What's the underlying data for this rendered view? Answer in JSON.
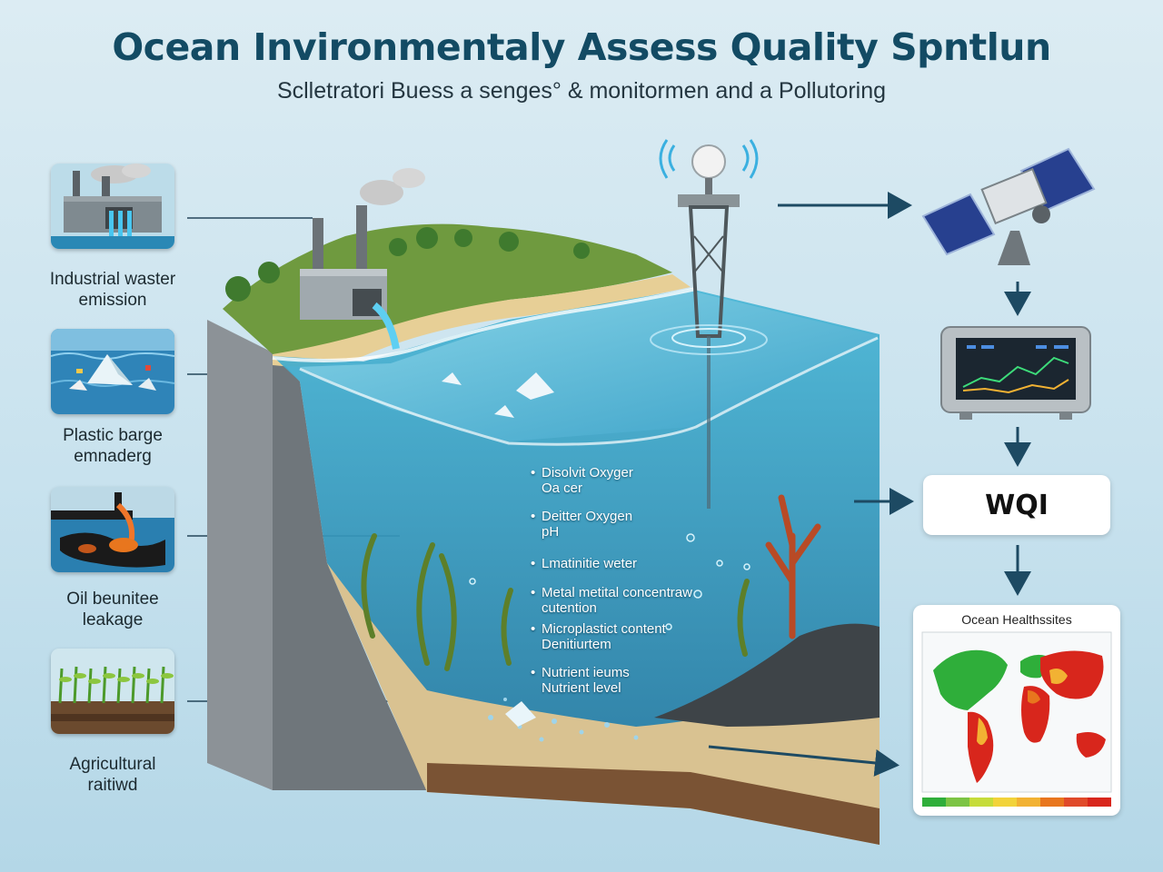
{
  "header": {
    "title": "Ocean Invironmentaly Assess Quality Spntlun",
    "subtitle": "Sclletratori Buess a senges° & monitormen and a Pollutoring"
  },
  "sources": [
    {
      "name": "industrial",
      "label_lines": [
        "Industrial waster",
        "emission"
      ]
    },
    {
      "name": "plastic",
      "label_lines": [
        "Plastic barge",
        "emnaderg"
      ]
    },
    {
      "name": "oil",
      "label_lines": [
        "Oil beunitee",
        "leakage"
      ]
    },
    {
      "name": "agricultural",
      "label_lines": [
        "Agricultural",
        "raitiwd"
      ]
    }
  ],
  "parameters": [
    {
      "lines": [
        "Disolvit Oxyger",
        "Oa cer"
      ]
    },
    {
      "lines": [
        "Deitter Oxygen",
        "pH"
      ]
    },
    {
      "lines": [
        "Lmatinitie weter"
      ]
    },
    {
      "lines": [
        "Metal metital concentraw",
        "cutention"
      ]
    },
    {
      "lines": [
        "Microplastict content",
        "Denitiurtem"
      ]
    },
    {
      "lines": [
        "Nutrient ieums",
        "Nutrient level"
      ]
    }
  ],
  "pipeline": {
    "wqi_label": "WQI",
    "map_title": "Ocean Healthssites"
  },
  "colors": {
    "title": "#134b64",
    "arrow": "#1d4a63",
    "water": "#3fa6c8",
    "good": "#2fae3a",
    "bad": "#d8261c"
  },
  "icons": [
    "factory-icon",
    "plastic-debris-icon",
    "oil-spill-icon",
    "crop-field-icon",
    "buoy-sensor-icon",
    "satellite-icon",
    "monitor-display-icon",
    "world-map-icon"
  ]
}
